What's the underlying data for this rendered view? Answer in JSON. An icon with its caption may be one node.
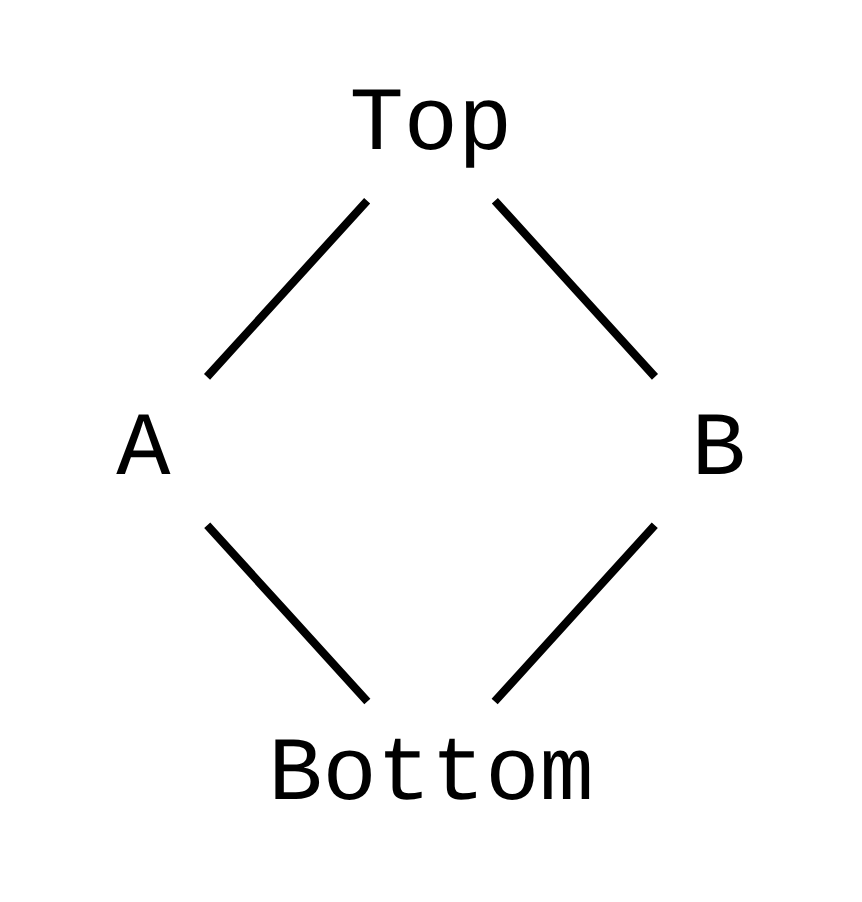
{
  "diagram": {
    "nodes": [
      {
        "text": [
          "Top"
        ]
      },
      {
        "text": [
          "A"
        ]
      },
      {
        "text": [
          "B"
        ]
      },
      {
        "text": [
          "Bottom"
        ]
      }
    ],
    "edges": [
      {
        "from": 0,
        "to": 1,
        "arrow": "none"
      },
      {
        "from": 0,
        "to": 2,
        "arrow": "none"
      },
      {
        "from": 1,
        "to": 3,
        "arrow": "none"
      },
      {
        "from": 2,
        "to": 3,
        "arrow": "none"
      }
    ]
  }
}
